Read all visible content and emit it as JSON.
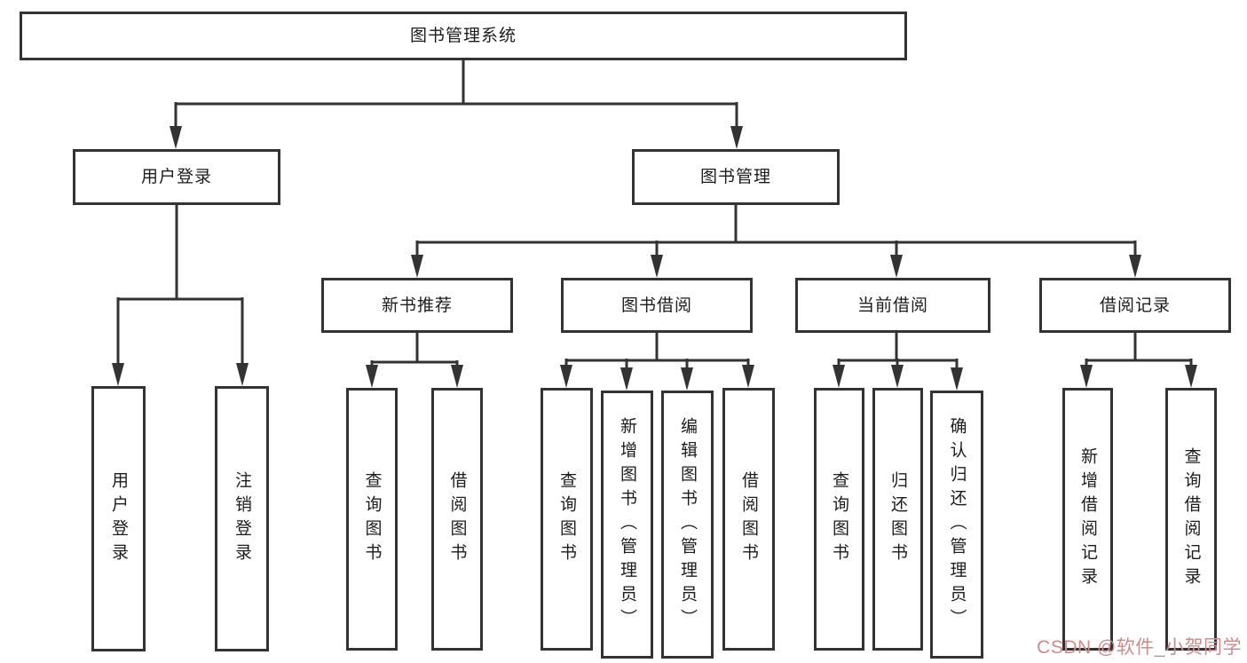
{
  "colors": {
    "line": "#333333",
    "box_bg": "#ffffff",
    "text": "#1c1c1c",
    "watermark": "#cd8c8c"
  },
  "tree": {
    "label": "图书管理系统",
    "children": [
      {
        "label": "用户登录",
        "children": [
          {
            "label": "用户登录"
          },
          {
            "label": "注销登录"
          }
        ]
      },
      {
        "label": "图书管理",
        "children": [
          {
            "label": "新书推荐",
            "children": [
              {
                "label": "查询图书"
              },
              {
                "label": "借阅图书"
              }
            ]
          },
          {
            "label": "图书借阅",
            "children": [
              {
                "label": "查询图书"
              },
              {
                "label": "新增图书（管理员）"
              },
              {
                "label": "编辑图书（管理员）"
              },
              {
                "label": "借阅图书"
              }
            ]
          },
          {
            "label": "当前借阅",
            "children": [
              {
                "label": "查询图书"
              },
              {
                "label": "归还图书"
              },
              {
                "label": "确认归还（管理员）"
              }
            ]
          },
          {
            "label": "借阅记录",
            "children": [
              {
                "label": "新增借阅记录"
              },
              {
                "label": "查询借阅记录"
              }
            ]
          }
        ]
      }
    ]
  },
  "watermark": {
    "text": "CSDN @软件_小贺同学"
  }
}
